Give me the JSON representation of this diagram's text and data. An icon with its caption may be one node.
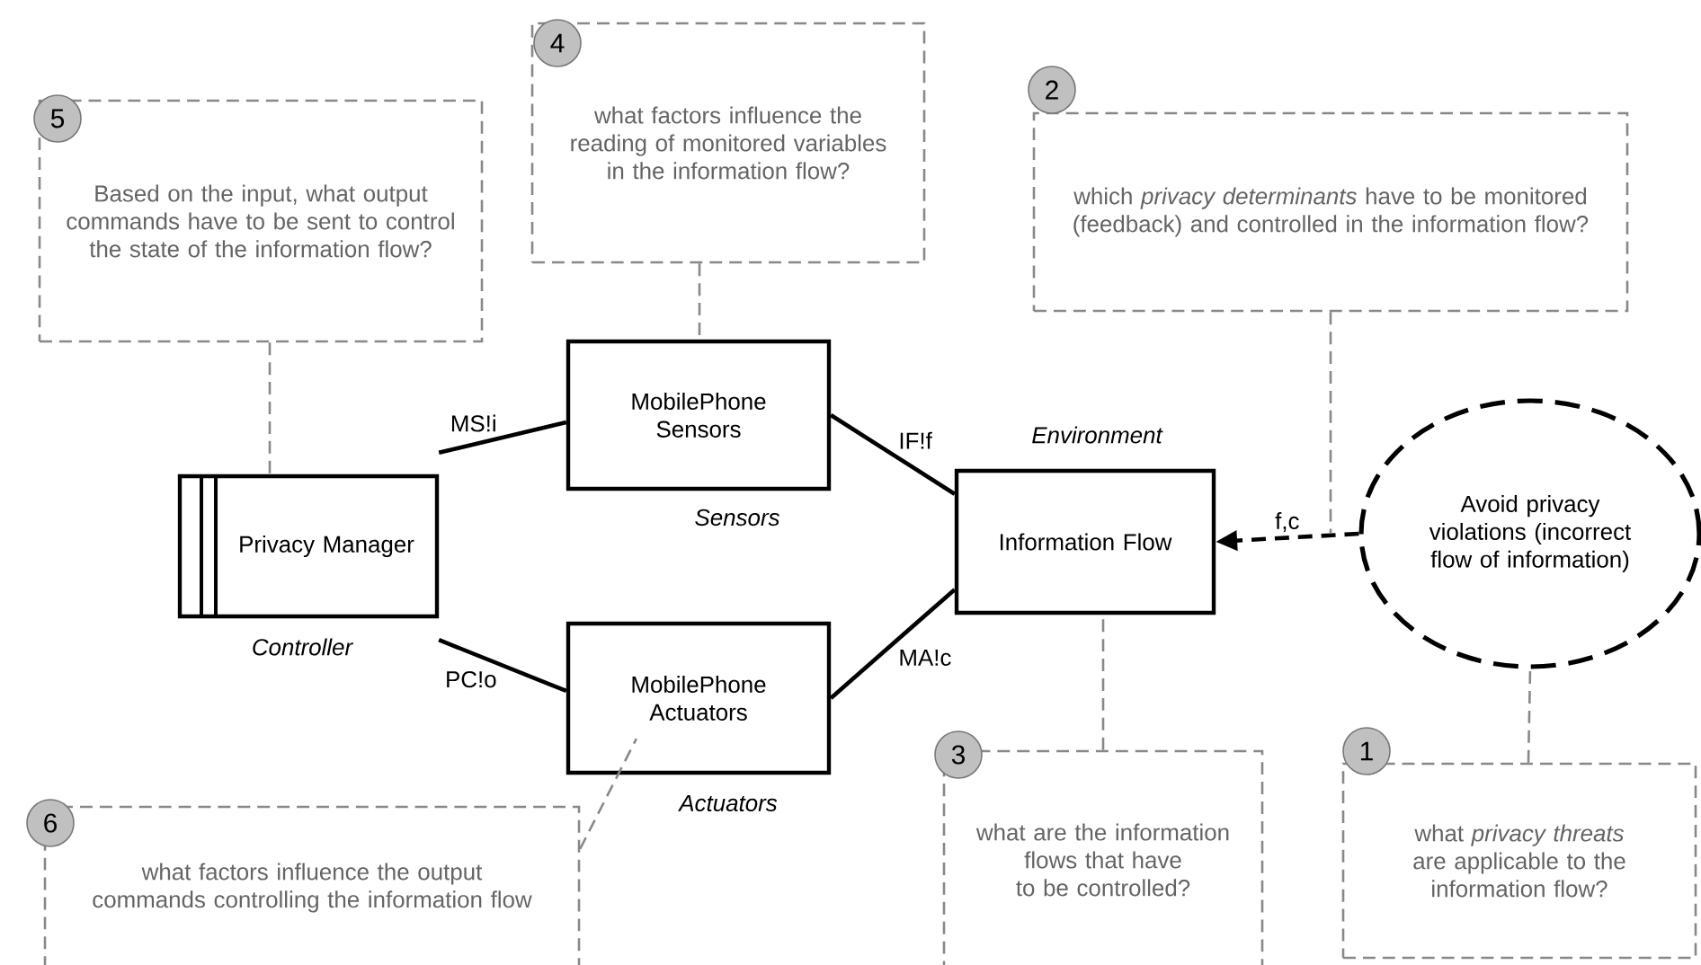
{
  "diagram": {
    "nodes": [
      {
        "text": [
          "5",
          "Based on the input, what output commands have to be sent to control the state of the information flow?"
        ]
      },
      {
        "text": [
          "4",
          "what factors influence the reading of monitored variables in the information flow?"
        ]
      },
      {
        "text": [
          "2",
          "which *privacy determinants* have to be monitored (feedback) and controlled in the information flow?"
        ]
      },
      {
        "text": [
          "Privacy Manager"
        ],
        "beside": [
          "Controller"
        ]
      },
      {
        "text": [
          "MobilePhone Sensors"
        ],
        "beside": [
          "Sensors"
        ]
      },
      {
        "text": [
          "MobilePhone Actuators"
        ],
        "beside": [
          "Actuators"
        ]
      },
      {
        "text": [
          "Information Flow"
        ],
        "beside": [
          "Environment"
        ]
      },
      {
        "text": [
          "Avoid privacy violations (incorrect flow of information)"
        ]
      },
      {
        "text": [
          "6",
          "what factors influence the output commands controlling the information flow"
        ]
      },
      {
        "text": [
          "3",
          "what are the information flows that have to be controlled?"
        ]
      },
      {
        "text": [
          "1",
          "what *privacy threats* are applicable to the information flow?"
        ]
      }
    ],
    "edges": [
      {
        "from": 3,
        "to": 4,
        "arrow": "none",
        "label": "MS!i",
        "color": "#000000"
      },
      {
        "from": 3,
        "to": 5,
        "arrow": "none",
        "label": "PC!o",
        "color": "#000000"
      },
      {
        "from": 4,
        "to": 6,
        "arrow": "none",
        "label": "IF!f",
        "color": "#000000"
      },
      {
        "from": 5,
        "to": 6,
        "arrow": "none",
        "label": "MA!c",
        "color": "#000000"
      },
      {
        "from": 7,
        "to": 6,
        "arrow": "to",
        "label": "f,c",
        "style": "dashed",
        "color": "#000000"
      },
      {
        "from": 0,
        "to": 3,
        "arrow": "none",
        "style": "dashed",
        "color": "#888888"
      },
      {
        "from": 1,
        "to": 4,
        "arrow": "none",
        "style": "dashed",
        "color": "#888888"
      },
      {
        "from": 2,
        "to": null,
        "arrow": "none",
        "style": "dashed",
        "color": "#888888"
      },
      {
        "from": 8,
        "to": 5,
        "arrow": "none",
        "style": "dashed",
        "color": "#888888"
      },
      {
        "from": 9,
        "to": 6,
        "arrow": "none",
        "style": "dashed",
        "color": "#888888"
      },
      {
        "from": 10,
        "to": 7,
        "arrow": "none",
        "style": "dashed",
        "color": "#888888"
      }
    ]
  }
}
